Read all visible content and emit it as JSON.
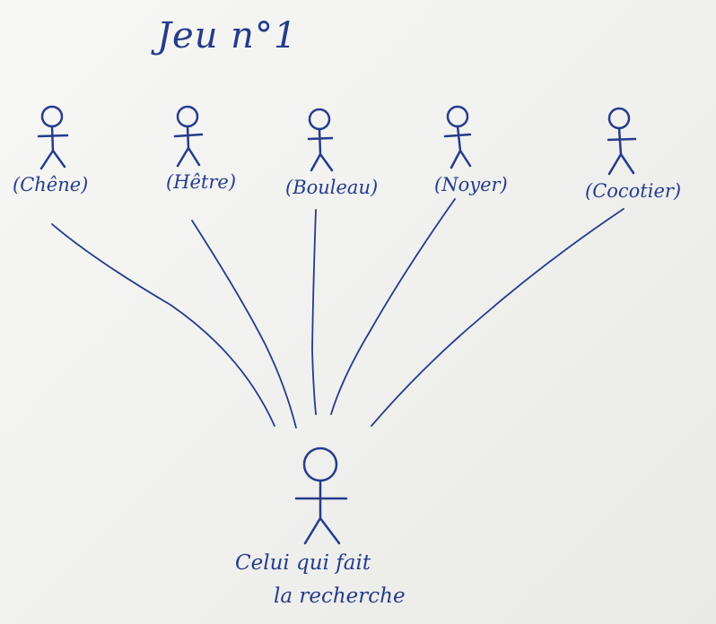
{
  "title": "Jeu n°1",
  "trees": [
    {
      "label": "(Chêne)"
    },
    {
      "label": "(Hêtre)"
    },
    {
      "label": "(Bouleau)"
    },
    {
      "label": "(Noyer)"
    },
    {
      "label": "(Cocotier)"
    }
  ],
  "searcher": {
    "line1": "Celui qui fait",
    "line2": "la recherche"
  },
  "colors": {
    "ink": "#253b8c",
    "board": "#f3f3f1"
  },
  "icons": [
    "stick-figure-icon"
  ]
}
